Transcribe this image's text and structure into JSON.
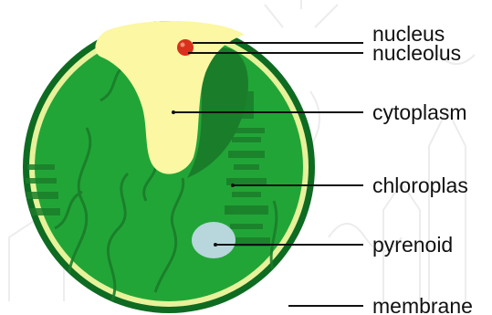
{
  "diagram": {
    "labels": [
      {
        "id": "nucleus",
        "text": "nucleus"
      },
      {
        "id": "nucleolus",
        "text": "nucleolus"
      },
      {
        "id": "cytoplasm",
        "text": "cytoplasm"
      },
      {
        "id": "chloroplast",
        "text": "chloroplas"
      },
      {
        "id": "pyrenoid",
        "text": "pyrenoid"
      },
      {
        "id": "membrane",
        "text": "membrane"
      }
    ]
  },
  "colors": {
    "cell_outline": "#0e6b22",
    "cell_border_ring": "#e8f29a",
    "chloroplast_green": "#22a537",
    "chloroplast_dark": "#1a7d2a",
    "nucleus_yellow": "#fbf7a2",
    "nucleolus_red": "#d8301c",
    "pyrenoid_blue": "#b7d7dc",
    "pointer_line": "#111111"
  }
}
